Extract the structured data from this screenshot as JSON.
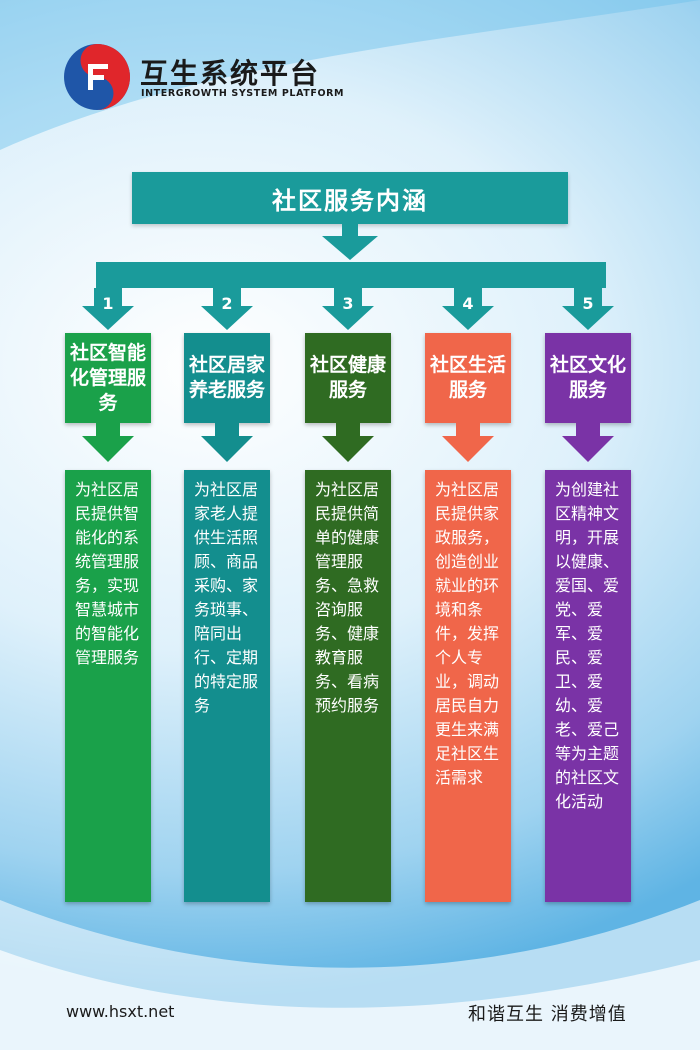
{
  "brand": {
    "name_cn": "互生系统平台",
    "name_en": "INTERGROWTH SYSTEM PLATFORM"
  },
  "header": {
    "title": "社区服务内涵"
  },
  "colors": {
    "teal": "#1a9b9b",
    "green": "#1aa14a",
    "dark_teal": "#138e8e",
    "dark_green": "#2f6b22",
    "orange": "#f0664a",
    "purple": "#7a33a6"
  },
  "categories": [
    {
      "num": "1",
      "label": "社区智能化管理服务",
      "desc": "为社区居民提供智能化的系统管理服务，实现智慧城市的智能化管理服务",
      "color": "#1aa14a"
    },
    {
      "num": "2",
      "label": "社区居家养老服务",
      "desc": "为社区居家老人提供生活照顾、商品采购、家务琐事、陪同出行、定期的特定服务",
      "color": "#138e8e"
    },
    {
      "num": "3",
      "label": "社区健康服务",
      "desc": "为社区居民提供简单的健康管理服务、急救咨询服务、健康教育服务、看病预约服务",
      "color": "#2f6b22"
    },
    {
      "num": "4",
      "label": "社区生活服务",
      "desc": "为社区居民提供家政服务，创造创业就业的环境和条件，发挥个人专业，调动居民自力更生来满足社区生活需求",
      "color": "#f0664a"
    },
    {
      "num": "5",
      "label": "社区文化服务",
      "desc": "为创建社区精神文明，开展以健康、爱国、爱党、爱军、爱民、爱卫、爱幼、爱老、爱己等为主题的社区文化活动",
      "color": "#7a33a6"
    }
  ],
  "footer": {
    "url": "www.hsxt.net",
    "slogan": "和谐互生 消费增值"
  }
}
